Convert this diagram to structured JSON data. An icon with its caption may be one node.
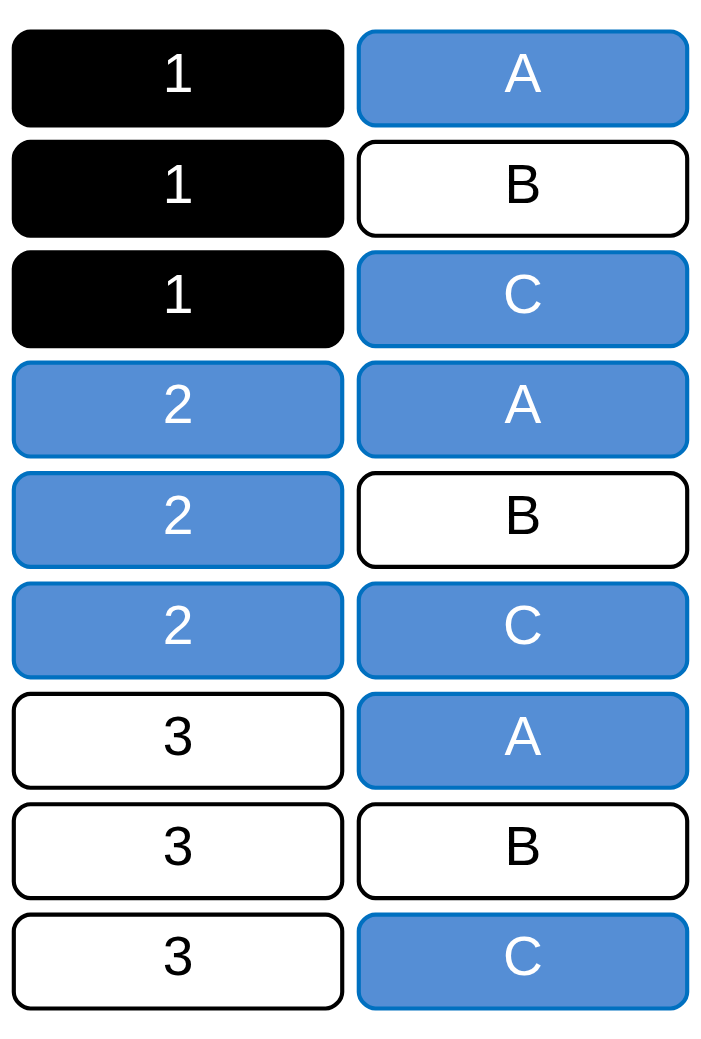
{
  "diagram": {
    "nodes": [
      {
        "text": [
          "1"
        ]
      },
      {
        "text": [
          "A"
        ]
      },
      {
        "text": [
          "1"
        ]
      },
      {
        "text": [
          "B"
        ]
      },
      {
        "text": [
          "1"
        ]
      },
      {
        "text": [
          "C"
        ]
      },
      {
        "text": [
          "2"
        ]
      },
      {
        "text": [
          "A"
        ]
      },
      {
        "text": [
          "2"
        ]
      },
      {
        "text": [
          "B"
        ]
      },
      {
        "text": [
          "2"
        ]
      },
      {
        "text": [
          "C"
        ]
      },
      {
        "text": [
          "3"
        ]
      },
      {
        "text": [
          "A"
        ]
      },
      {
        "text": [
          "3"
        ]
      },
      {
        "text": [
          "B"
        ]
      },
      {
        "text": [
          "3"
        ]
      },
      {
        "text": [
          "C"
        ]
      }
    ]
  }
}
